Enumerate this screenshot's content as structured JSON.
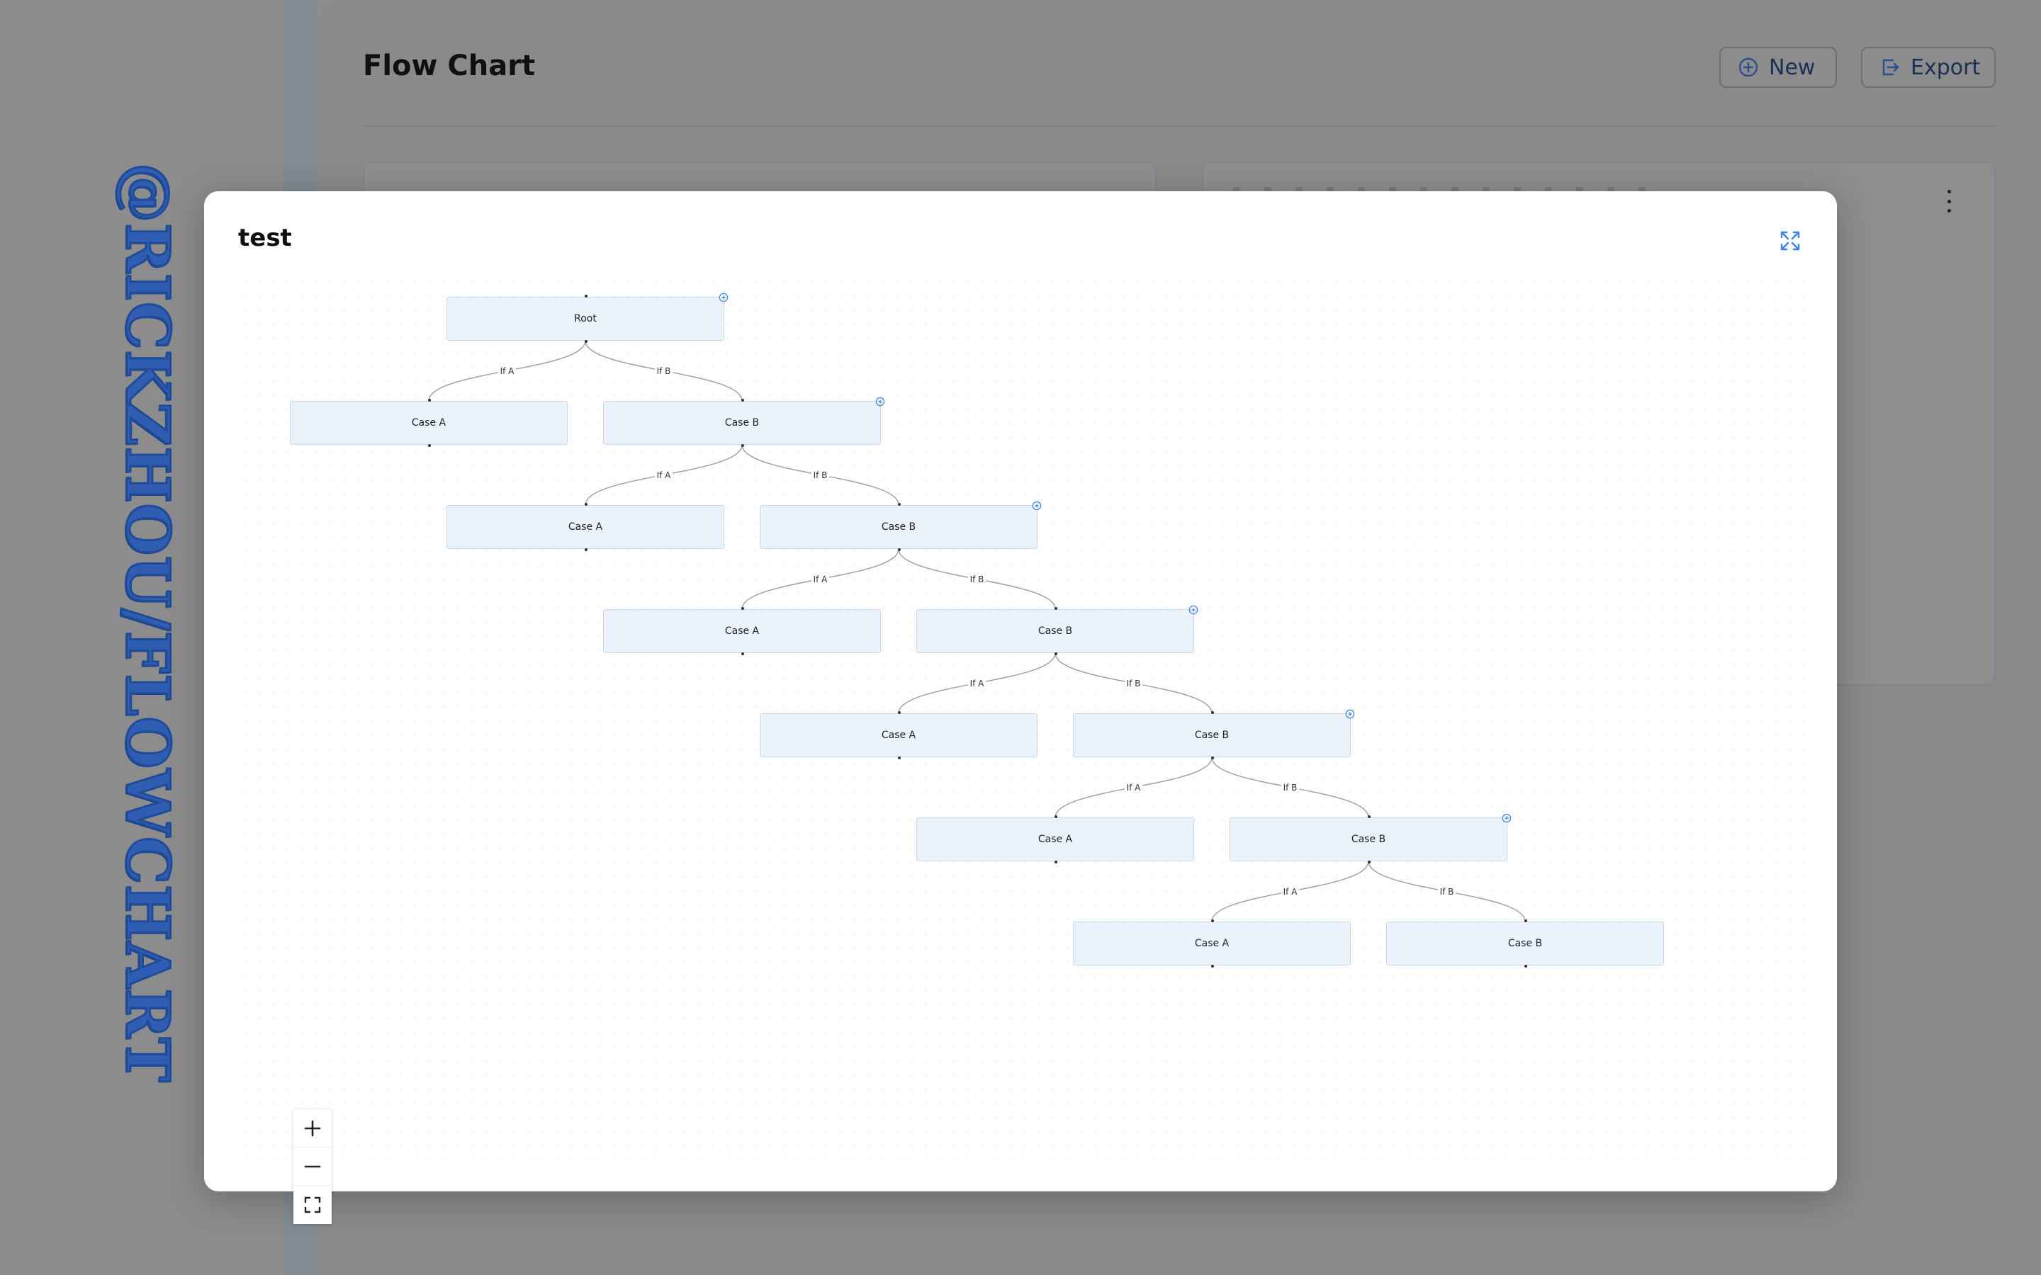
{
  "watermark": "@RICKZHOU/FLOWCHART",
  "header": {
    "title": "Flow Chart",
    "new_label": "New",
    "export_label": "Export"
  },
  "modal": {
    "title": "test"
  },
  "flow": {
    "nodes": [
      {
        "id": "root",
        "label": "Root",
        "add": true
      },
      {
        "id": "a1",
        "label": "Case A",
        "add": false
      },
      {
        "id": "b1",
        "label": "Case B",
        "add": true
      },
      {
        "id": "a2",
        "label": "Case A",
        "add": false
      },
      {
        "id": "b2",
        "label": "Case B",
        "add": true
      },
      {
        "id": "a3",
        "label": "Case A",
        "add": false
      },
      {
        "id": "b3",
        "label": "Case B",
        "add": true
      },
      {
        "id": "a4",
        "label": "Case A",
        "add": false
      },
      {
        "id": "b4",
        "label": "Case B",
        "add": true
      },
      {
        "id": "a5",
        "label": "Case A",
        "add": false
      },
      {
        "id": "b5",
        "label": "Case B",
        "add": true
      },
      {
        "id": "a6",
        "label": "Case A",
        "add": false
      },
      {
        "id": "b6",
        "label": "Case B",
        "add": false
      }
    ],
    "edges": [
      {
        "from": "root",
        "to": "a1",
        "label": "If A"
      },
      {
        "from": "root",
        "to": "b1",
        "label": "If B"
      },
      {
        "from": "b1",
        "to": "a2",
        "label": "If A"
      },
      {
        "from": "b1",
        "to": "b2",
        "label": "If B"
      },
      {
        "from": "b2",
        "to": "a3",
        "label": "If A"
      },
      {
        "from": "b2",
        "to": "b3",
        "label": "If B"
      },
      {
        "from": "b3",
        "to": "a4",
        "label": "If A"
      },
      {
        "from": "b3",
        "to": "b4",
        "label": "If B"
      },
      {
        "from": "b4",
        "to": "a5",
        "label": "If A"
      },
      {
        "from": "b4",
        "to": "b5",
        "label": "If B"
      },
      {
        "from": "b5",
        "to": "a6",
        "label": "If A"
      },
      {
        "from": "b5",
        "to": "b6",
        "label": "If B"
      }
    ]
  },
  "colors": {
    "accent": "#3b82f6",
    "node_fill": "#eaf2fc",
    "watermark": "#2e5db1"
  },
  "icons": {
    "new": "plus-circle-icon",
    "export": "export-icon",
    "fullscreen": "expand-arrows-icon",
    "zoom_in": "plus-icon",
    "zoom_out": "minus-icon",
    "fit_view": "fit-view-icon"
  }
}
